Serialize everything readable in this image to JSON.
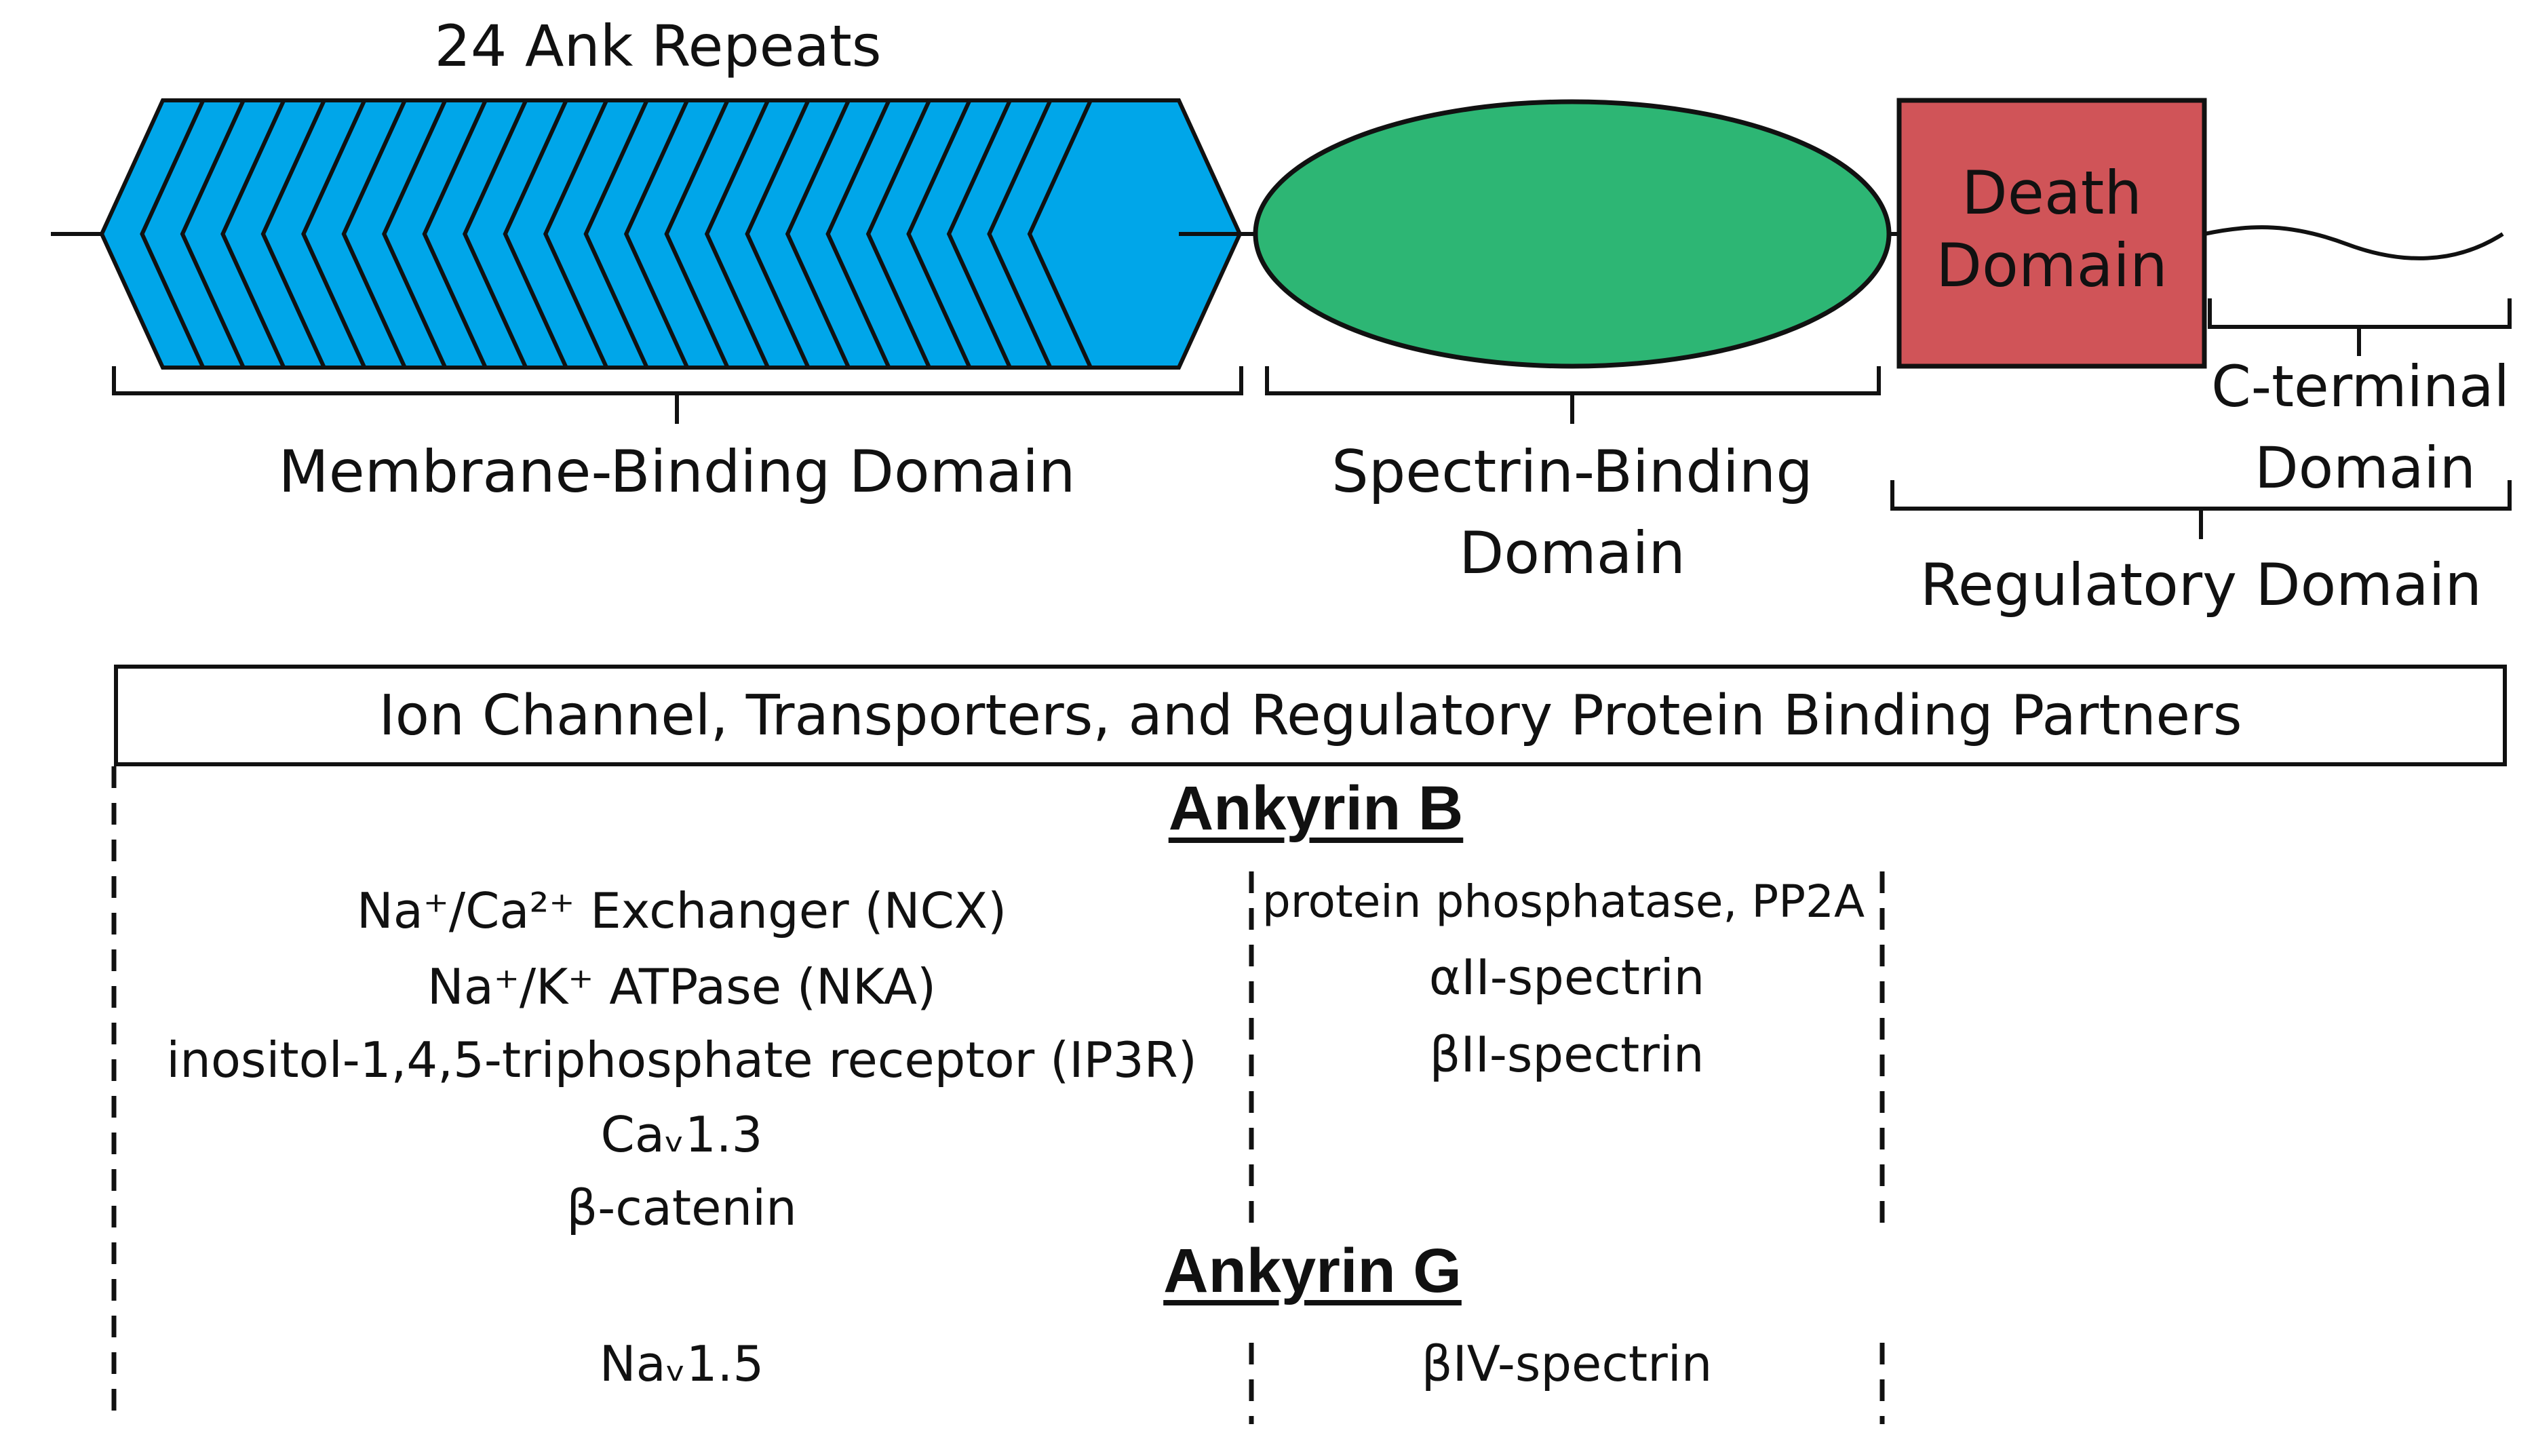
{
  "diagram": {
    "ank_repeats_label": "24 Ank Repeats",
    "ank_repeat_count": 24,
    "domains": {
      "membrane_binding": "Membrane-Binding Domain",
      "spectrin_binding_line1": "Spectrin-Binding",
      "spectrin_binding_line2": "Domain",
      "death_line1": "Death",
      "death_line2": "Domain",
      "c_terminal_line1": "C-terminal",
      "c_terminal_line2": "Domain",
      "regulatory": "Regulatory Domain"
    },
    "binding_box_title": "Ion Channel, Transporters, and Regulatory Protein Binding Partners",
    "ankyrin_b": {
      "title": "Ankyrin B",
      "membrane_partners": [
        "Na⁺/Ca²⁺ Exchanger (NCX)",
        "Na⁺/K⁺ ATPase (NKA)",
        "inositol-1,4,5-triphosphate receptor (IP3R)",
        "Caᵥ1.3",
        "β-catenin"
      ],
      "spectrin_partners": [
        "protein phosphatase, PP2A",
        "αII-spectrin",
        "βII-spectrin"
      ]
    },
    "ankyrin_g": {
      "title": "Ankyrin G",
      "membrane_partners": [
        "Naᵥ1.5"
      ],
      "spectrin_partners": [
        "βIV-spectrin"
      ]
    },
    "colors": {
      "ank_repeat_fill": "#00A6E9",
      "spectrin_domain_fill": "#2DB674",
      "death_domain_fill": "#D05458",
      "outline": "#111111"
    }
  }
}
